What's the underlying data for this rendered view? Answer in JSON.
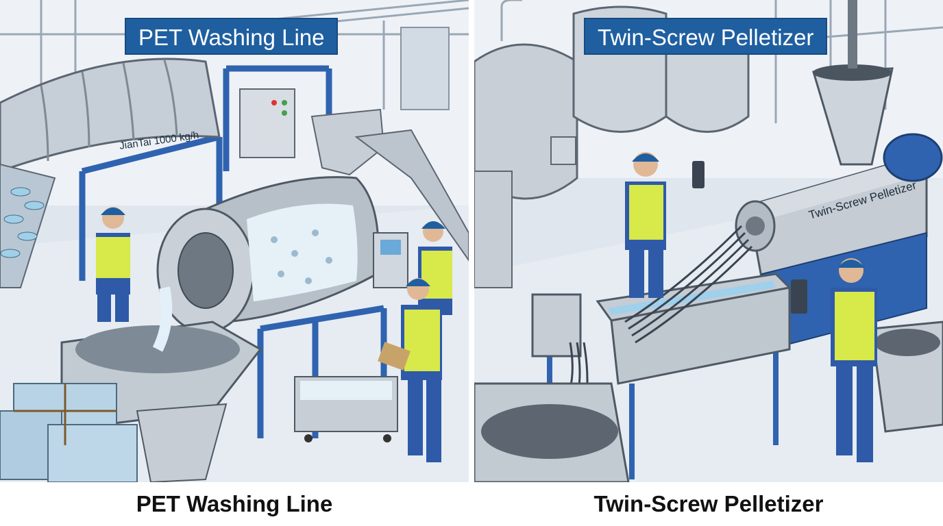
{
  "left_panel": {
    "banner": "PET Washing Line",
    "machine_label": "JianTai 1000 kg/h",
    "caption": "PET Washing Line"
  },
  "right_panel": {
    "banner": "Twin-Screw Pelletizer",
    "machine_label": "Twin-Screw Pelletizer",
    "caption": "Twin-Screw Pelletizer"
  },
  "colors": {
    "banner_blue": "#1f5fa0",
    "frame_blue": "#2f63b0",
    "steel": "#c8cfd6",
    "vest": "#d8e94a",
    "floor": "#e9eef3"
  }
}
